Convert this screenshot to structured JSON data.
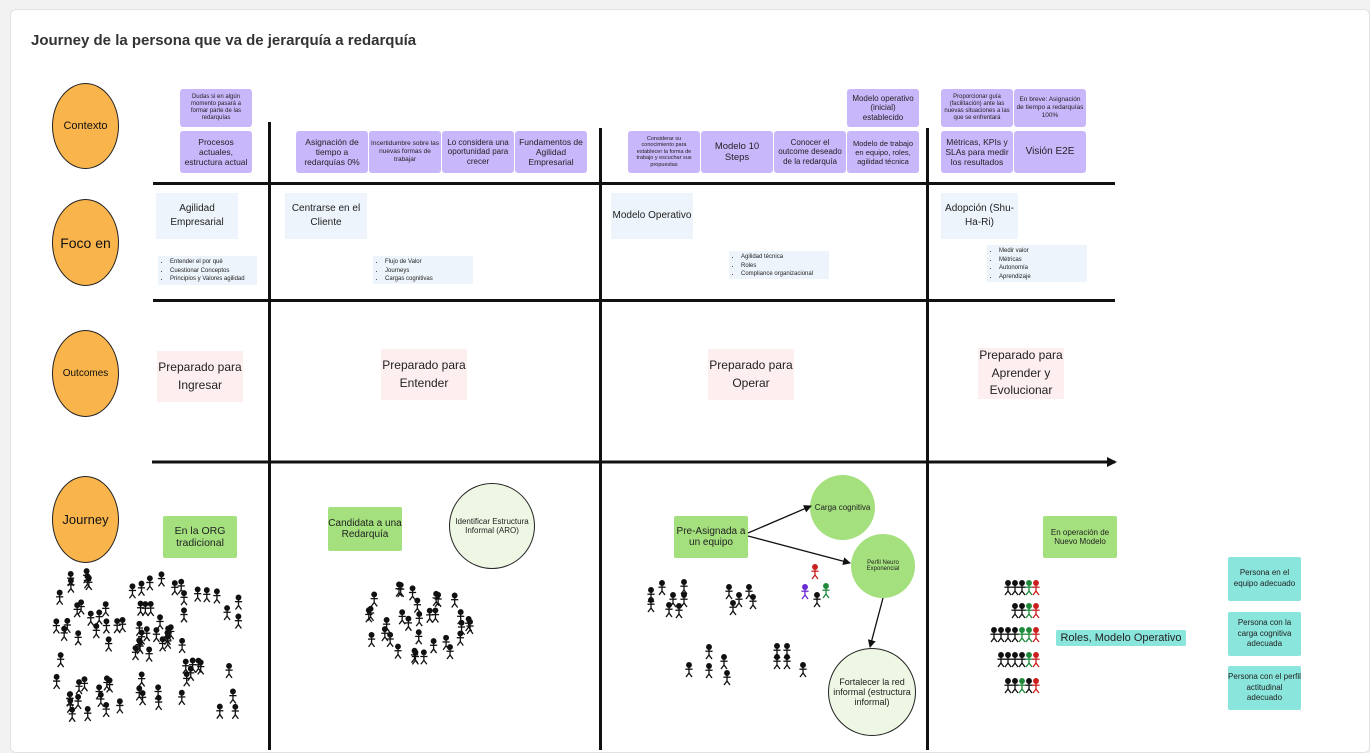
{
  "title": "Journey de la persona que va de jerarquía a redarquía",
  "rows": {
    "contexto": "Contexto",
    "foco": "Foco en",
    "outcomes": "Outcomes",
    "journey": "Journey"
  },
  "contexto_notes": {
    "dudas": "Dudas si en algún momento pasará a formar parte de las redarquías",
    "procesos": "Procesos actuales, estructura actual",
    "asignacion0": "Asignación de tiempo a redarquías 0%",
    "incertidumbre": "Incertidumbre sobre las nuevas formas de trabajar",
    "oportunidad": "Lo considera una oportunidad para crecer",
    "fundamentos": "Fundamentos de Agilidad Empresarial",
    "considerar": "Considerar su conocimiento para establecer la forma de trabajo y escuchar sus propuestas",
    "modelo10": "Modelo 10 Steps",
    "conocer": "Conocer el outcome deseado de la redarquía",
    "modelo_op": "Modelo operativo (inicial) establecido",
    "modelo_trabajo": "Modelo de trabajo en equipo, roles, agilidad técnica",
    "proporcionar": "Proporcionar guía (facilitación) ante las nuevas situaciones a las que se enfrentará",
    "en_breve": "En breve: Asignación de tiempo a redarquías 100%",
    "metricas": "Métricas, KPIs y SLAs para medir los resultados",
    "vision": "Visión E2E"
  },
  "foco": {
    "agilidad": "Agilidad Empresarial",
    "agilidad_items": [
      "Entender el por qué",
      "Cuestionar Conceptos",
      "Principios y Valores agilidad"
    ],
    "cliente": "Centrarse en el Cliente",
    "cliente_items": [
      "Flujo de Valor",
      "Journeys",
      "Cargas cognitivas"
    ],
    "operativo": "Modelo Operativo",
    "operativo_items": [
      "Agilidad técnica",
      "Roles",
      "Compliance organizacional"
    ],
    "adopcion": "Adopción (Shu-Ha-Ri)",
    "adopcion_items": [
      "Medir valor",
      "Métricas",
      "Autonomía",
      "Aprendizaje"
    ]
  },
  "outcomes": {
    "ingresar": "Preparado para Ingresar",
    "entender": "Preparado para Entender",
    "operar": "Preparado para Operar",
    "aprender": "Preparado para Aprender y Evolucionar"
  },
  "journey": {
    "org": "En la ORG tradicional",
    "candidata": "Candidata a una Redarquía",
    "identificar": "Identificar Estructura Informal (ARO)",
    "preasignada": "Pre-Asignada a un equipo",
    "carga": "Carga cognitiva",
    "perfil": "Perfil Neuro Exponencial",
    "fortalecer": "Fortalecer la red informal (estructura informal)",
    "operacion": "En operación de Nuevo Modelo",
    "roles": "Roles, Modelo Operativo"
  },
  "legend": {
    "equipo": "Persona en el equipo adecuado",
    "carga": "Persona con la carga cognitiva adecuada",
    "perfil": "Persona con el perfil actitudinal adecuado"
  },
  "colors": {
    "circle": "#f9b44c",
    "sticky_purple": "#c9b7fb",
    "sticky_blue": "#eef4fc",
    "sticky_pink": "#fdeeef",
    "sticky_green": "#a5e07f",
    "sticky_teal": "#8ae6dc",
    "person_red": "#cc2020",
    "person_green": "#1f8a3a",
    "person_purple": "#6a2ad6"
  }
}
